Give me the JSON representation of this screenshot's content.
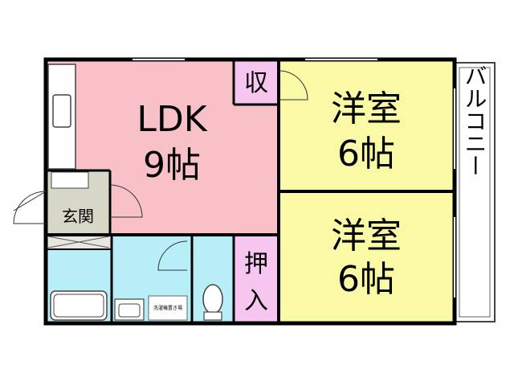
{
  "rooms": {
    "ldk": {
      "name": "LDK",
      "size": "9帖",
      "color": "#f7c1c7"
    },
    "western1": {
      "name": "洋室",
      "size": "6帖",
      "color": "#fafaa6"
    },
    "western2": {
      "name": "洋室",
      "size": "6帖",
      "color": "#fafaa6"
    },
    "storage": {
      "name": "収",
      "color": "#f7c6f0"
    },
    "closet": {
      "name": "押",
      "name2": "入",
      "color": "#f7c6f0"
    },
    "entrance": {
      "name": "玄関",
      "color": "#d7d7c8"
    },
    "balcony": {
      "name": "バルコニー",
      "color": "#ffffff"
    },
    "wash": {
      "label": "洗濯機置き場",
      "color": "#b7eef7"
    }
  },
  "colors": {
    "wall": "#000000",
    "wet_area": "#b7eef7"
  }
}
